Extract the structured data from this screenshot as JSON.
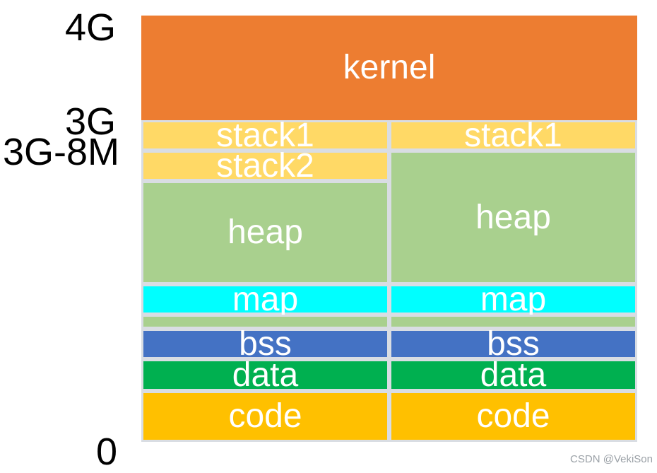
{
  "axis_labels": {
    "top": "4G",
    "upper": "3G",
    "limit": "3G-8M",
    "bottom": "0"
  },
  "kernel": {
    "label": "kernel",
    "color": "#ED7D31"
  },
  "left_column": {
    "stack1": "stack1",
    "stack2": "stack2",
    "heap": "heap",
    "map": "map",
    "bss": "bss",
    "data": "data",
    "code": "code"
  },
  "right_column": {
    "stack1": "stack1",
    "heap": "heap",
    "map": "map",
    "bss": "bss",
    "data": "data",
    "code": "code"
  },
  "colors": {
    "stack": "#FFD966",
    "heap": "#A9D08E",
    "map": "#00FFFF",
    "bss": "#4472C4",
    "data": "#00B050",
    "code": "#FFC000",
    "border": "#D9DDE3"
  },
  "watermark": "CSDN @VekiSon"
}
